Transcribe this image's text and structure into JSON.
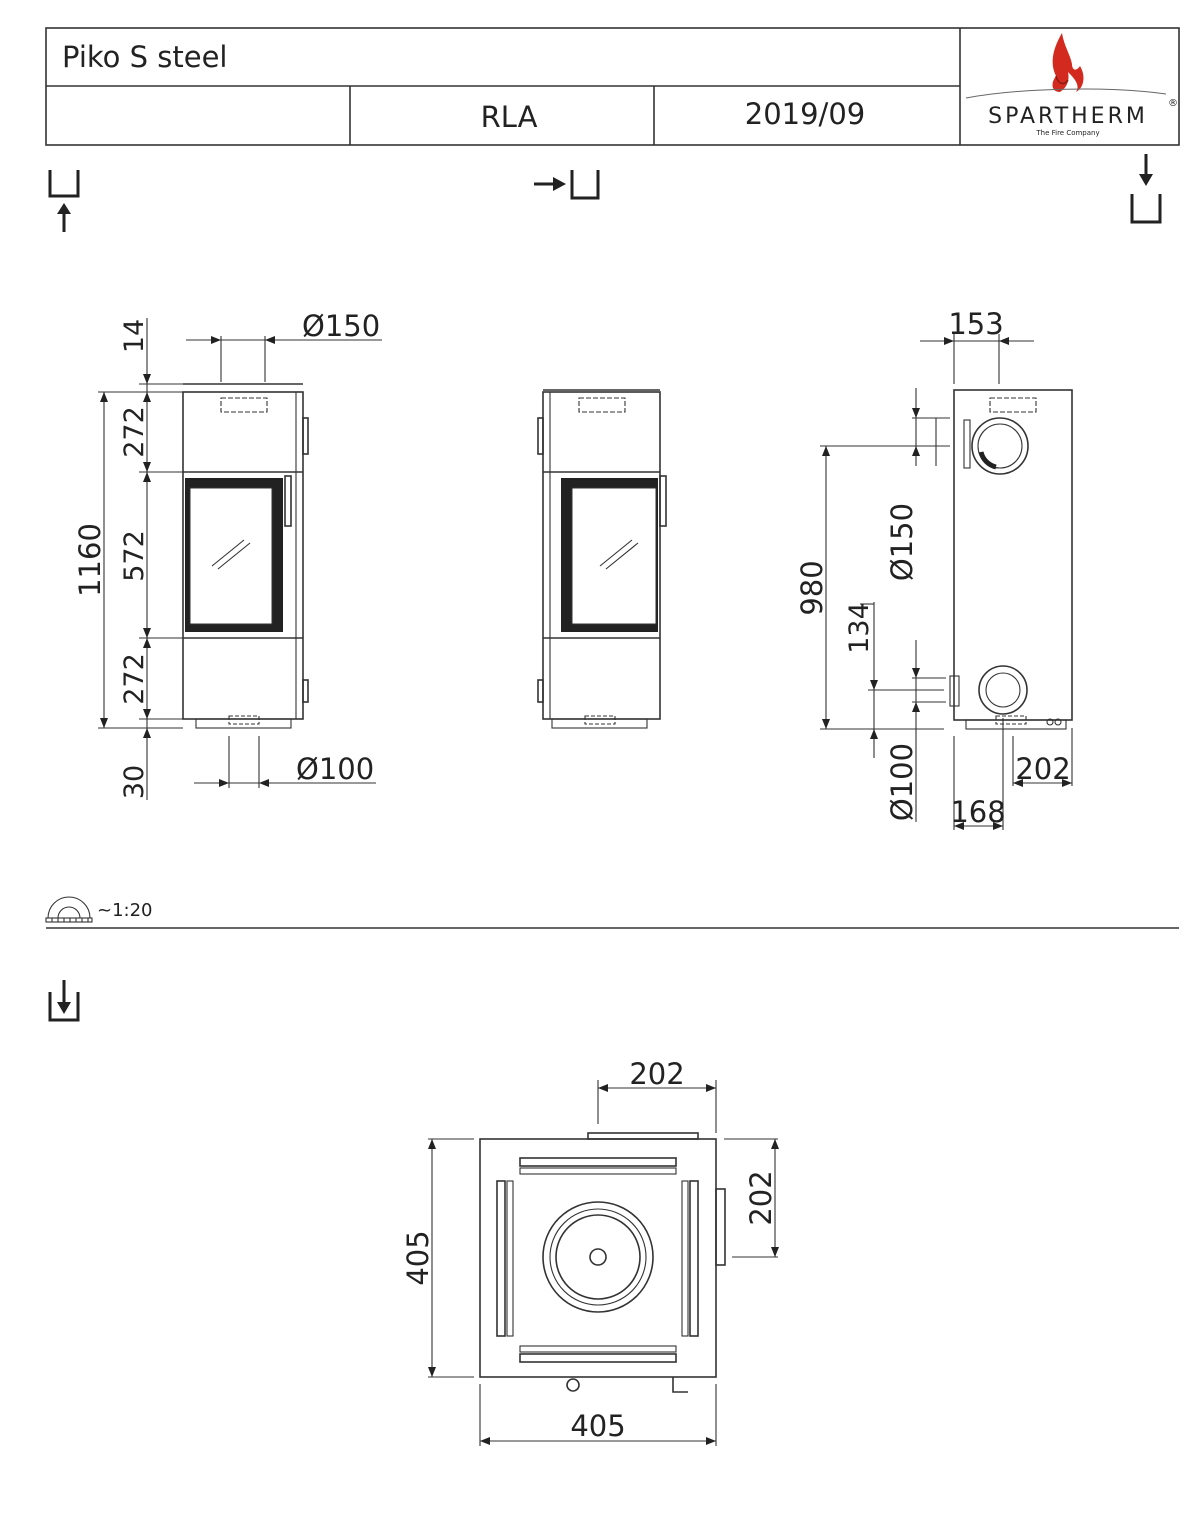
{
  "header": {
    "product": "Piko S steel",
    "code": "RLA",
    "date": "2019/09",
    "logo_text": "SPARTHERM",
    "logo_reg": "®",
    "logo_tagline": "The Fire Company"
  },
  "scale": "~1:20",
  "front_view": {
    "flue_dia": "Ø150",
    "top": "14",
    "upper": "272",
    "total_height": "1160",
    "window": "572",
    "lower": "272",
    "feet": "30",
    "air_dia": "Ø100"
  },
  "side_view": {
    "flue_offset": "153",
    "rear_flue_dia": "Ø150",
    "rear_flue_height": "980",
    "rear_air_height": "134",
    "rear_air_dia": "Ø100",
    "air_offset": "168",
    "depth_half": "202"
  },
  "top_view": {
    "width_half": "202",
    "depth_half": "202",
    "depth": "405",
    "width": "405"
  },
  "colors": {
    "logo_flame": "#d32a1f",
    "line": "#333333"
  }
}
